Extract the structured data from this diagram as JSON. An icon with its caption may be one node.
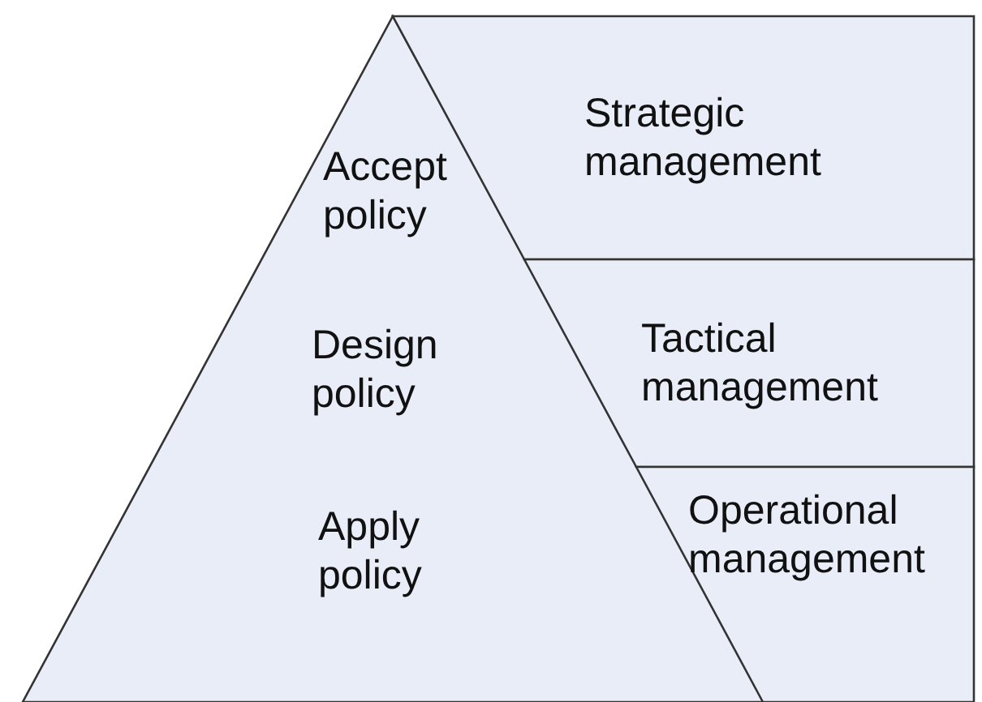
{
  "diagram": {
    "nodes": [
      {
        "text": [
          "Accept policy",
          "Design policy",
          "Apply policy"
        ]
      },
      {
        "text": [
          "Strategic management"
        ]
      },
      {
        "text": [
          "Tactical management"
        ]
      },
      {
        "text": [
          "Operational management"
        ]
      }
    ]
  }
}
